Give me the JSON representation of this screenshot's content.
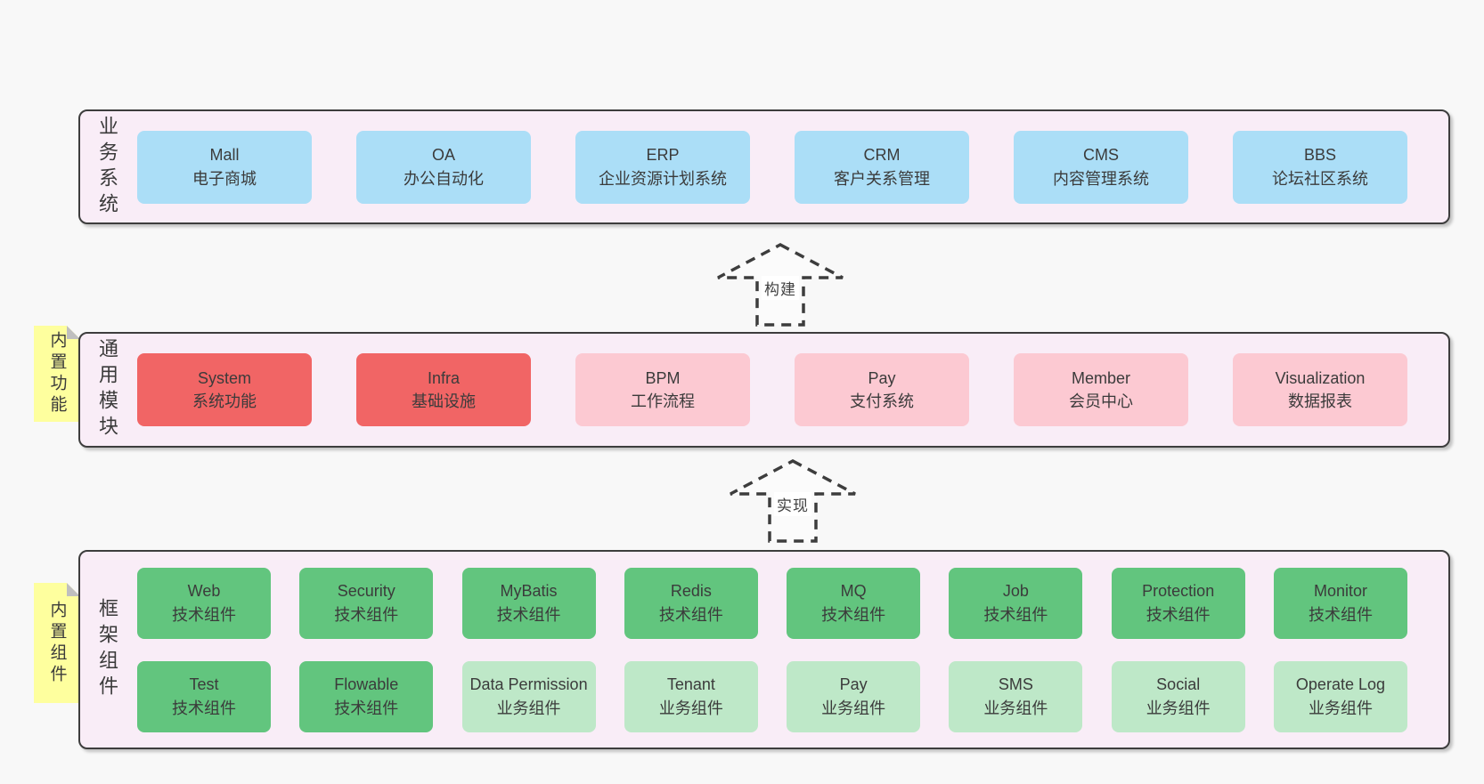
{
  "diagram": {
    "layers": [
      {
        "id": "business",
        "label": "业务系统",
        "sticky": null,
        "rows": [
          [
            {
              "name": "Mall",
              "desc": "电子商城",
              "variant": "blue"
            },
            {
              "name": "OA",
              "desc": "办公自动化",
              "variant": "blue"
            },
            {
              "name": "ERP",
              "desc": "企业资源计划系统",
              "variant": "blue"
            },
            {
              "name": "CRM",
              "desc": "客户关系管理",
              "variant": "blue"
            },
            {
              "name": "CMS",
              "desc": "内容管理系统",
              "variant": "blue"
            },
            {
              "name": "BBS",
              "desc": "论坛社区系统",
              "variant": "blue"
            }
          ]
        ]
      },
      {
        "id": "modules",
        "label": "通用模块",
        "sticky": "内置功能",
        "rows": [
          [
            {
              "name": "System",
              "desc": "系统功能",
              "variant": "red"
            },
            {
              "name": "Infra",
              "desc": "基础设施",
              "variant": "red"
            },
            {
              "name": "BPM",
              "desc": "工作流程",
              "variant": "pink"
            },
            {
              "name": "Pay",
              "desc": "支付系统",
              "variant": "pink"
            },
            {
              "name": "Member",
              "desc": "会员中心",
              "variant": "pink"
            },
            {
              "name": "Visualization",
              "desc": "数据报表",
              "variant": "pink"
            }
          ]
        ]
      },
      {
        "id": "components",
        "label": "框架组件",
        "sticky": "内置组件",
        "rows": [
          [
            {
              "name": "Web",
              "desc": "技术组件",
              "variant": "green"
            },
            {
              "name": "Security",
              "desc": "技术组件",
              "variant": "green"
            },
            {
              "name": "MyBatis",
              "desc": "技术组件",
              "variant": "green"
            },
            {
              "name": "Redis",
              "desc": "技术组件",
              "variant": "green"
            },
            {
              "name": "MQ",
              "desc": "技术组件",
              "variant": "green"
            },
            {
              "name": "Job",
              "desc": "技术组件",
              "variant": "green"
            },
            {
              "name": "Protection",
              "desc": "技术组件",
              "variant": "green"
            },
            {
              "name": "Monitor",
              "desc": "技术组件",
              "variant": "green"
            }
          ],
          [
            {
              "name": "Test",
              "desc": "技术组件",
              "variant": "green"
            },
            {
              "name": "Flowable",
              "desc": "技术组件",
              "variant": "green"
            },
            {
              "name": "Data Permission",
              "desc": "业务组件",
              "variant": "lightgreen"
            },
            {
              "name": "Tenant",
              "desc": "业务组件",
              "variant": "lightgreen"
            },
            {
              "name": "Pay",
              "desc": "业务组件",
              "variant": "lightgreen"
            },
            {
              "name": "SMS",
              "desc": "业务组件",
              "variant": "lightgreen"
            },
            {
              "name": "Social",
              "desc": "业务组件",
              "variant": "lightgreen"
            },
            {
              "name": "Operate Log",
              "desc": "业务组件",
              "variant": "lightgreen"
            }
          ]
        ]
      }
    ],
    "arrows": [
      {
        "label": "构建"
      },
      {
        "label": "实现"
      }
    ],
    "colors": {
      "page_bg": "#f8f8f8",
      "container_bg": "#f9edf7",
      "container_border": "#3d3d3d",
      "blue": "#abdef7",
      "red": "#f16565",
      "pink": "#fcc9d2",
      "green": "#62c57e",
      "lightgreen": "#bee8c8",
      "sticky_yellow": "#feff9e",
      "sticky_fold": "#bfbfbf",
      "text": "#3a3a3a"
    }
  }
}
